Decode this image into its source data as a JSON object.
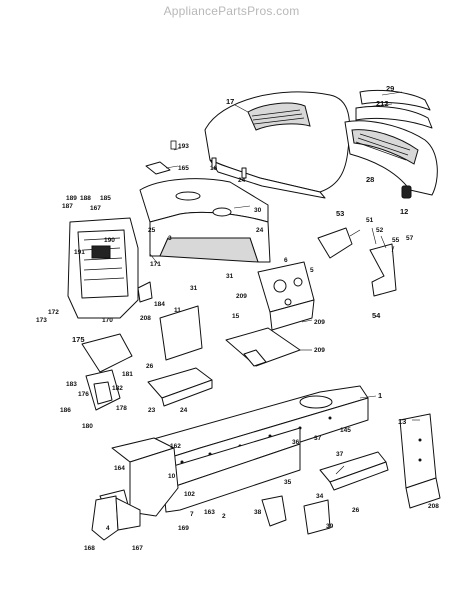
{
  "watermark": "AppliancePartsPros.com",
  "labels": {
    "l29": "29",
    "l212": "212",
    "l17": "17",
    "l28": "28",
    "l12": "12",
    "l193": "193",
    "l165": "165",
    "l16": "16",
    "l24a": "24",
    "l24b": "24",
    "l30": "30",
    "l189": "189",
    "l188": "188",
    "l187": "187",
    "l167": "167",
    "l185": "185",
    "l190": "190",
    "l171": "171",
    "l191": "191",
    "l170": "170",
    "l172": "172",
    "l173": "173",
    "l184": "184",
    "l3a": "3",
    "l31a": "31",
    "l31b": "31",
    "l25": "25",
    "l53": "53",
    "l51": "51",
    "l52": "52",
    "l55": "55",
    "l57": "57",
    "l54": "54",
    "l6": "6",
    "l5": "5",
    "l209a": "209",
    "l209b": "209",
    "l209c": "209",
    "l11": "11",
    "l208": "208",
    "l15": "15",
    "l175": "175",
    "l181": "181",
    "l183": "183",
    "l182": "182",
    "l176": "176",
    "l186": "186",
    "l178": "178",
    "l180": "180",
    "l26a": "26",
    "l26b": "26",
    "l23": "23",
    "l24c": "24",
    "l1": "1",
    "l13": "13",
    "l145": "145",
    "l37a": "37",
    "l37b": "37",
    "l34": "34",
    "l35": "35",
    "l36": "36",
    "l162": "162",
    "l164": "164",
    "l10": "10",
    "l102": "102",
    "l169": "169",
    "l168": "168",
    "l167b": "167",
    "l163": "163",
    "l7": "7",
    "l2": "2",
    "l38": "38",
    "l39": "39",
    "l208b": "208",
    "l4": "4"
  }
}
